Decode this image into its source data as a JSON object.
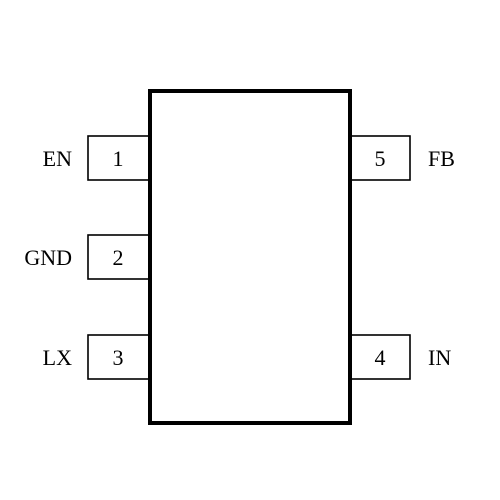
{
  "diagram": {
    "pins": [
      {
        "number": "1",
        "name": "EN",
        "side": "left"
      },
      {
        "number": "2",
        "name": "GND",
        "side": "left"
      },
      {
        "number": "3",
        "name": "LX",
        "side": "left"
      },
      {
        "number": "4",
        "name": "IN",
        "side": "right"
      },
      {
        "number": "5",
        "name": "FB",
        "side": "right"
      }
    ]
  }
}
